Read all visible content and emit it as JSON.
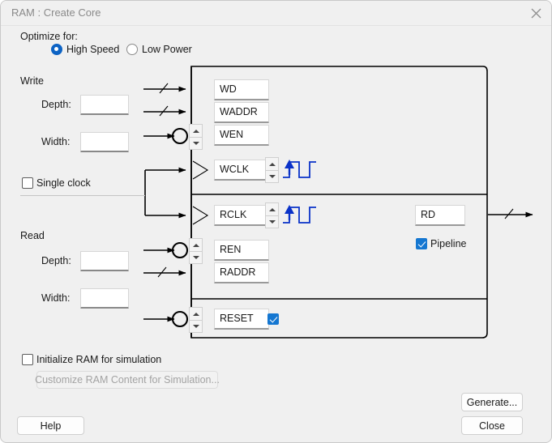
{
  "window": {
    "title": "RAM : Create Core",
    "close_icon": "close-icon"
  },
  "optimize": {
    "label": "Optimize for:",
    "options": [
      {
        "label": "High Speed",
        "selected": true
      },
      {
        "label": "Low Power",
        "selected": false
      }
    ]
  },
  "write": {
    "section_label": "Write",
    "depth_label": "Depth:",
    "depth_value": "",
    "width_label": "Width:",
    "width_value": ""
  },
  "read": {
    "section_label": "Read",
    "depth_label": "Depth:",
    "depth_value": "",
    "width_label": "Width:",
    "width_value": ""
  },
  "single_clock": {
    "label": "Single clock",
    "checked": false
  },
  "ports": {
    "wd": "WD",
    "waddr": "WADDR",
    "wen": "WEN",
    "wclk": "WCLK",
    "rclk": "RCLK",
    "ren": "REN",
    "raddr": "RADDR",
    "reset": "RESET",
    "rd": "RD"
  },
  "reset_enabled": {
    "checked": true
  },
  "pipeline": {
    "label": "Pipeline",
    "checked": true
  },
  "init_ram": {
    "label": "Initialize RAM for simulation",
    "checked": false
  },
  "buttons": {
    "customize": {
      "label": "Customize RAM Content for Simulation...",
      "enabled": false
    },
    "generate": {
      "label": "Generate...",
      "enabled": true
    },
    "help": {
      "label": "Help",
      "enabled": true
    },
    "close": {
      "label": "Close",
      "enabled": true
    }
  },
  "colors": {
    "accent_blue": "#0d63c4",
    "checkbox_blue": "#1577d1",
    "clock_blue": "#0a32c8",
    "window_bg": "#f0f0f0",
    "line_black": "#000000"
  }
}
